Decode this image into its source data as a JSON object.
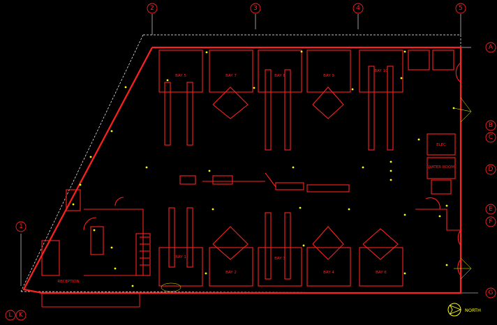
{
  "colors": {
    "background": "#000000",
    "walls": "#ff2020",
    "annotations": "#ffff00",
    "gridlines": "#ffffff"
  },
  "grid": {
    "columns": [
      "2",
      "3",
      "4",
      "5"
    ],
    "rows": [
      "A",
      "B",
      "C",
      "D",
      "E",
      "F",
      "G"
    ],
    "left": [
      "1",
      "L",
      "K"
    ]
  },
  "rooms": {
    "bay5": "BAY 5",
    "bay7": "BAY 7",
    "bay8": "BAY 8",
    "bay9": "BAY 9",
    "bay10": "BAY 10",
    "bay1": "BAY 1",
    "bay2": "BAY 2",
    "bay3": "BAY 3",
    "bay4": "BAY 4",
    "bay6": "BAY 6",
    "reception": "RECEPTION",
    "water_room": "WATER ROOM",
    "elec": "ELEC"
  },
  "north": {
    "label": "NORTH",
    "icon": "north-arrow-icon"
  }
}
